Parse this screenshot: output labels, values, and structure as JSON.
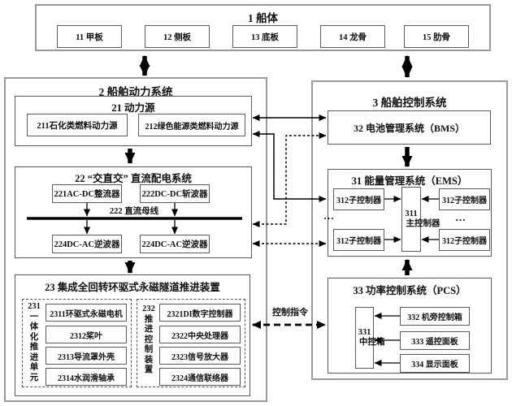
{
  "hull": {
    "title": "1 船体",
    "items": [
      {
        "label": "11 甲板"
      },
      {
        "label": "12 侧板"
      },
      {
        "label": "13 底板"
      },
      {
        "label": "14 龙骨"
      },
      {
        "label": "15 肋骨"
      }
    ]
  },
  "power": {
    "title": "2 船舶动力系统",
    "source": {
      "title": "21 动力源",
      "petro": "211石化类燃料动力源",
      "green": "212绿色能源类燃料动力源"
    },
    "dist": {
      "title": "22 “交直交” 直流配电系统",
      "rectifier": "221AC-DC整流器",
      "chopper": "222DC-DC斩波器",
      "bus_label": "222 直流母线",
      "inverter_left": "224DC-AC逆波器",
      "inverter_right": "224DC-AC逆波器"
    },
    "propulsion": {
      "title": "23 集成全回转环驱式永磁隧道推进装置",
      "unit": {
        "num": "231",
        "label": "一体化推进单元",
        "items": [
          {
            "label": "2311环驱式永磁电机"
          },
          {
            "label": "2312桨叶"
          },
          {
            "label": "2313导流罩外壳"
          },
          {
            "label": "2314水润滑轴承"
          }
        ]
      },
      "ctrl": {
        "num": "232",
        "label": "推进控制装置",
        "items": [
          {
            "label": "2321DI数字控制器"
          },
          {
            "label": "2322中央处理器"
          },
          {
            "label": "2323信号放大器"
          },
          {
            "label": "2324通信联络器"
          }
        ]
      }
    }
  },
  "control": {
    "title": "3 船舶控制系统",
    "bms": {
      "label": "32 电池管理系统（BMS）"
    },
    "ems": {
      "title": "31 能量管理系统（EMS）",
      "sub_left_top": "312子控制器",
      "sub_left_bottom": "312子控制器",
      "sub_right_top": "312子控制器",
      "sub_right_bottom": "312子控制器",
      "main": {
        "num": "311",
        "label": "主控制器"
      },
      "dots_left": "…",
      "dots_right": "…"
    },
    "pcs": {
      "title": "33 功率控制系统（PCS）",
      "hub": {
        "num": "331",
        "label": "中控箱"
      },
      "items": [
        {
          "label": "332 机旁控制箱"
        },
        {
          "label": "333 遥控面板"
        },
        {
          "label": "334 显示面板"
        }
      ]
    }
  },
  "annotations": {
    "control_cmd": "控制指令"
  },
  "colors": {
    "line": "#000000",
    "border_outer": "#9a9a9a",
    "border_inner": "#5a5a5a",
    "text": "#111111"
  }
}
